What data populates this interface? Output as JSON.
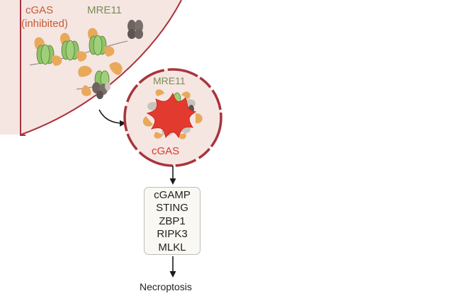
{
  "nucleus": {
    "cgas_label": "cGAS",
    "cgas_state_label": "(inhibited)",
    "mre11_label": "MRE11"
  },
  "micronucleus": {
    "mre11_label": "MRE11",
    "cgas_label": "cGAS"
  },
  "pathway": {
    "items": [
      "cGAMP",
      "STING",
      "ZBP1",
      "RIPK3",
      "MLKL"
    ]
  },
  "outcome": "Necroptosis",
  "colors": {
    "membrane": "#a8343c",
    "membrane_fill": "#f5e6e2",
    "histone_green": "#8fc468",
    "cgas_orange": "#e9a95a",
    "mre11_gray": "#6d6460",
    "cgas_active_red": "#e33a2f",
    "cgas_label": "#c85a35",
    "mre11_label": "#7d8c58"
  }
}
